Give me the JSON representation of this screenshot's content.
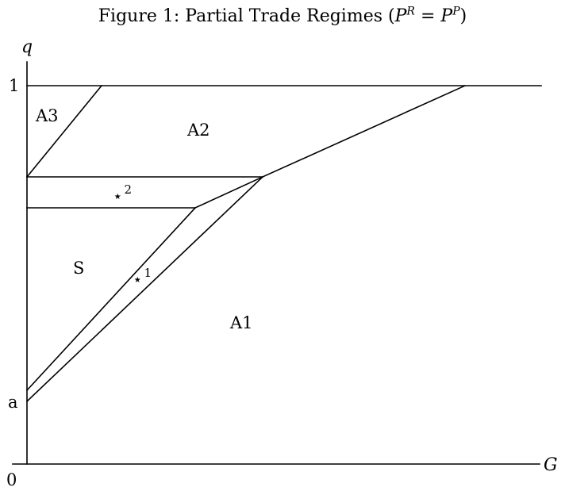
{
  "title": {
    "prefix": "Figure 1: Partial Trade Regimes (",
    "p1_base": "P",
    "p1_sup": "R",
    "equals": " = ",
    "p2_base": "P",
    "p2_sup": "P",
    "suffix": ")"
  },
  "axes": {
    "y_label": "q",
    "x_label": "G",
    "origin_label": "0",
    "y_tick_top": "1",
    "y_tick_a": "a"
  },
  "regions": {
    "a3": "A3",
    "a2": "A2",
    "s": "S",
    "a1": "A1"
  },
  "markers": {
    "star_glyph": "⋆",
    "star1_sup": "1",
    "star2_sup": "2"
  }
}
